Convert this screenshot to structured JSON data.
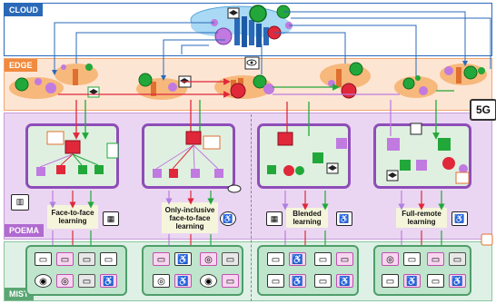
{
  "layers": {
    "cloud": "CLOUD",
    "edge": "EDGE",
    "poema": "POEMA",
    "mist": "MIST"
  },
  "network_badge": "5G",
  "scenarios": [
    {
      "label": "Face-to-face\nlearning",
      "icon": "classroom-icon"
    },
    {
      "label": "Only-inclusive\nface-to-face\nlearning",
      "icon": "accessibility-icon"
    },
    {
      "label": "Blended\nlearning",
      "icon": "classroom-icon"
    },
    {
      "label": "Full-remote\nlearning",
      "icon": "accessibility-icon"
    }
  ],
  "icons": {
    "graduation": "graduation-cap-icon",
    "eye": "eye-icon",
    "ear": "ear-icon",
    "laptop": "laptop-icon",
    "wheelchair": "wheelchair-icon",
    "building": "school-building-icon"
  },
  "colors": {
    "cloud": "#2a69b8",
    "edge": "#f08a3e",
    "poema": "#b06ad0",
    "mist": "#5ba673",
    "green_node": "#22a83a",
    "red_node": "#e0283a",
    "purple_node": "#c07ae0"
  }
}
